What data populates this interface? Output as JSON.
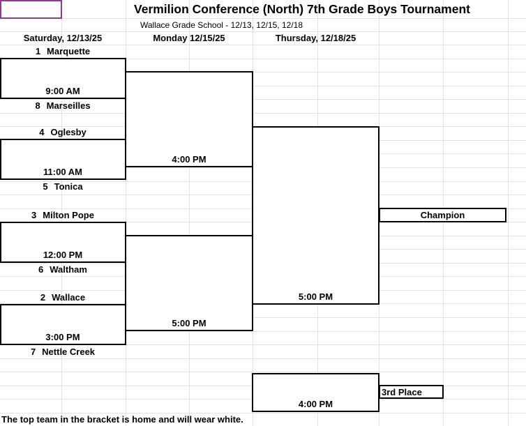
{
  "title": "Vermilion Conference (North) 7th Grade Boys Tournament",
  "subtitle": "Wallace Grade School - 12/13, 12/15, 12/18",
  "day_headers": [
    "Saturday, 12/13/25",
    "Monday 12/15/25",
    "Thursday, 12/18/25"
  ],
  "round1_games": [
    {
      "home_seed": "1",
      "home_team": "Marquette",
      "away_seed": "8",
      "away_team": "Marseilles",
      "time": "9:00 AM"
    },
    {
      "home_seed": "4",
      "home_team": "Oglesby",
      "away_seed": "5",
      "away_team": "Tonica",
      "time": "11:00 AM"
    },
    {
      "home_seed": "3",
      "home_team": "Milton Pope",
      "away_seed": "6",
      "away_team": "Waltham",
      "time": "12:00 PM"
    },
    {
      "home_seed": "2",
      "home_team": "Wallace",
      "away_seed": "7",
      "away_team": "Nettle Creek",
      "time": "3:00 PM"
    }
  ],
  "semifinal_games": [
    {
      "time": "4:00 PM"
    },
    {
      "time": "5:00 PM"
    }
  ],
  "championship_game": {
    "time": "5:00 PM",
    "winner_label": "Champion"
  },
  "third_place_game": {
    "label": "3rd Place",
    "time": "4:00 PM"
  },
  "footnote": "The top team in the bracket is home and will wear white.",
  "colors": {
    "selected_cell_border": "#8e3a8e",
    "gridline": "#e2e2e2",
    "bracket_line": "#000000",
    "background": "#ffffff",
    "text": "#000000"
  }
}
